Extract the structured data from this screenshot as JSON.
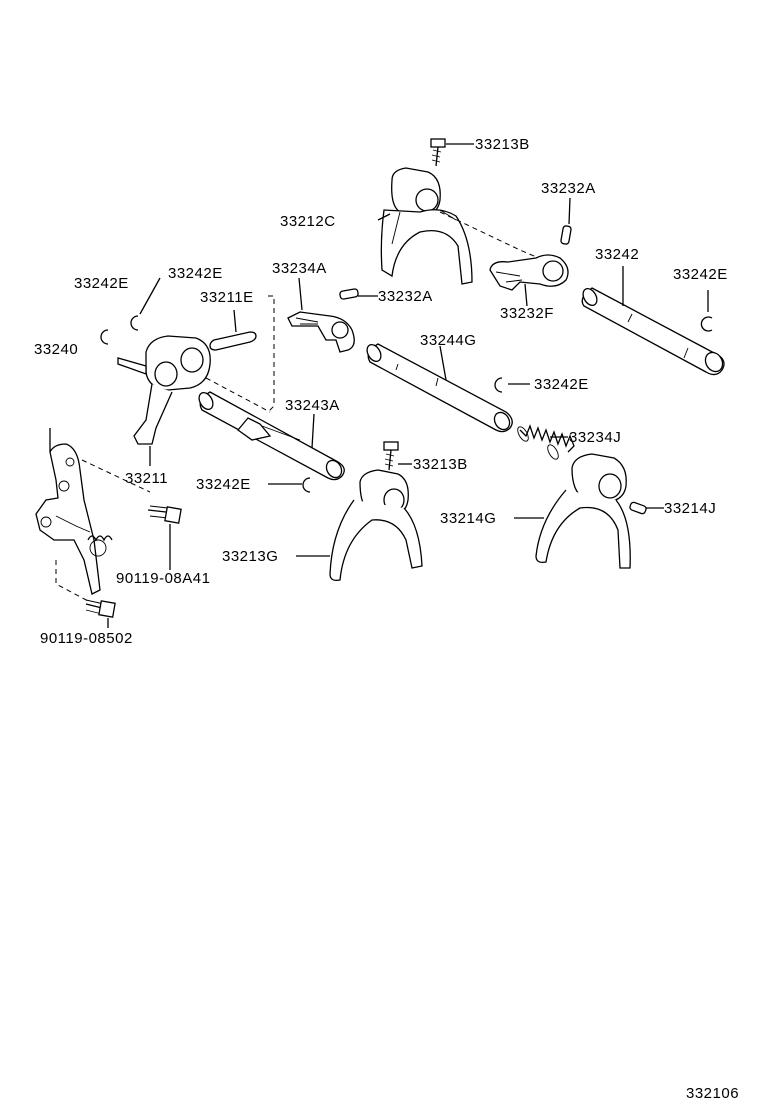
{
  "diagram_id": "332106",
  "labels": {
    "l33213B_top": "33213B",
    "l33232A_top": "33232A",
    "l33212C": "33212C",
    "l33242": "33242",
    "l33242E_right": "33242E",
    "l33234A": "33234A",
    "l33232F": "33232F",
    "l33242E_left1": "33242E",
    "l33242E_left2": "33242E",
    "l33211E": "33211E",
    "l33232A_mid": "33232A",
    "l33240": "33240",
    "l33244G": "33244G",
    "l33242E_mid": "33242E",
    "l33243A": "33243A",
    "l33234J": "33234J",
    "l33211": "33211",
    "l33213B_mid": "33213B",
    "l33242E_low": "33242E",
    "l33214J": "33214J",
    "l33214G": "33214G",
    "l33213G": "33213G",
    "l90119_08A41": "90119-08A41",
    "l90119_08502": "90119-08502"
  },
  "colors": {
    "line": "#000000",
    "background": "#ffffff"
  }
}
